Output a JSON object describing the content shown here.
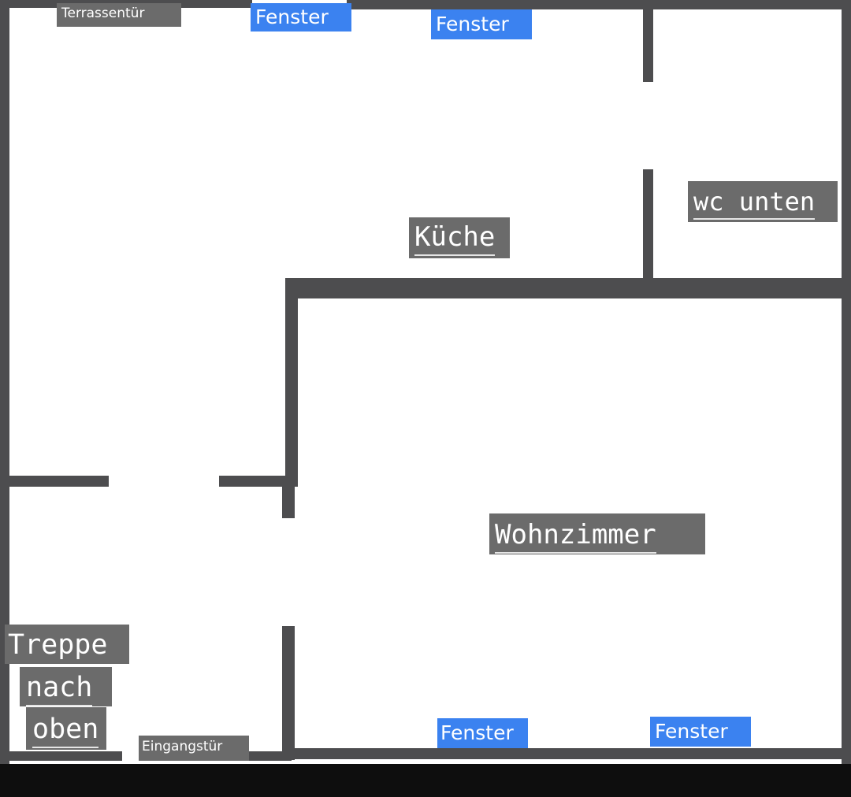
{
  "plan": {
    "rooms": {
      "kitchen": "Küche",
      "wc": "wc unten",
      "living": "Wohnzimmer",
      "stairs_line1": "Treppe",
      "stairs_line2": "nach",
      "stairs_line3": "oben"
    },
    "windows": {
      "top_left": "Fenster",
      "top_right": "Fenster",
      "bottom_left": "Fenster",
      "bottom_right": "Fenster"
    },
    "doors": {
      "terrace": "Terrassentür",
      "entrance": "Eingangstür"
    },
    "colors": {
      "wall": "#4d4d4f",
      "room_label_bg": "#6b6b6b",
      "window_label_bg": "#3b82f0",
      "background": "#ffffff"
    }
  }
}
